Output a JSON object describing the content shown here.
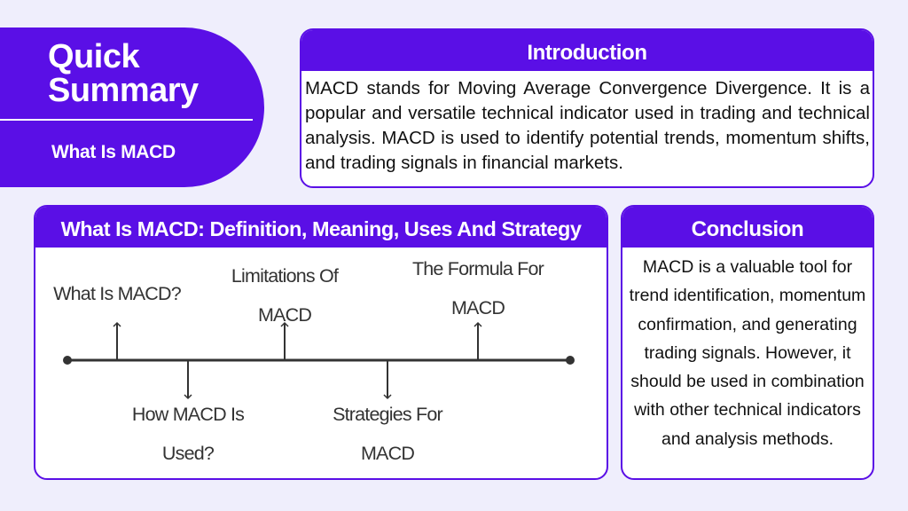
{
  "quick_summary": {
    "title": "Quick Summary",
    "subtitle": "What Is MACD"
  },
  "introduction": {
    "heading": "Introduction",
    "body": "MACD stands for Moving Average Convergence Divergence. It is a popular and versatile technical indicator used in trading and technical analysis. MACD is used to identify potential trends, momentum shifts, and trading signals in financial markets."
  },
  "timeline": {
    "heading": "What Is MACD: Definition, Meaning, Uses And Strategy",
    "items": [
      {
        "label": "What Is MACD?",
        "direction": "up"
      },
      {
        "label": "How MACD Is Used?",
        "direction": "down"
      },
      {
        "label": "Limitations Of MACD",
        "direction": "up"
      },
      {
        "label": "Strategies For MACD",
        "direction": "down"
      },
      {
        "label": "The Formula For MACD",
        "direction": "up"
      }
    ],
    "line_color": "#333333"
  },
  "conclusion": {
    "heading": "Conclusion",
    "body": "MACD is a valuable tool for trend identification, momentum confirmation, and generating trading signals. However, it should be used in combination with other technical indicators and analysis methods."
  },
  "colors": {
    "accent": "#5a0fe6",
    "background": "#efeefc",
    "card": "#ffffff"
  }
}
